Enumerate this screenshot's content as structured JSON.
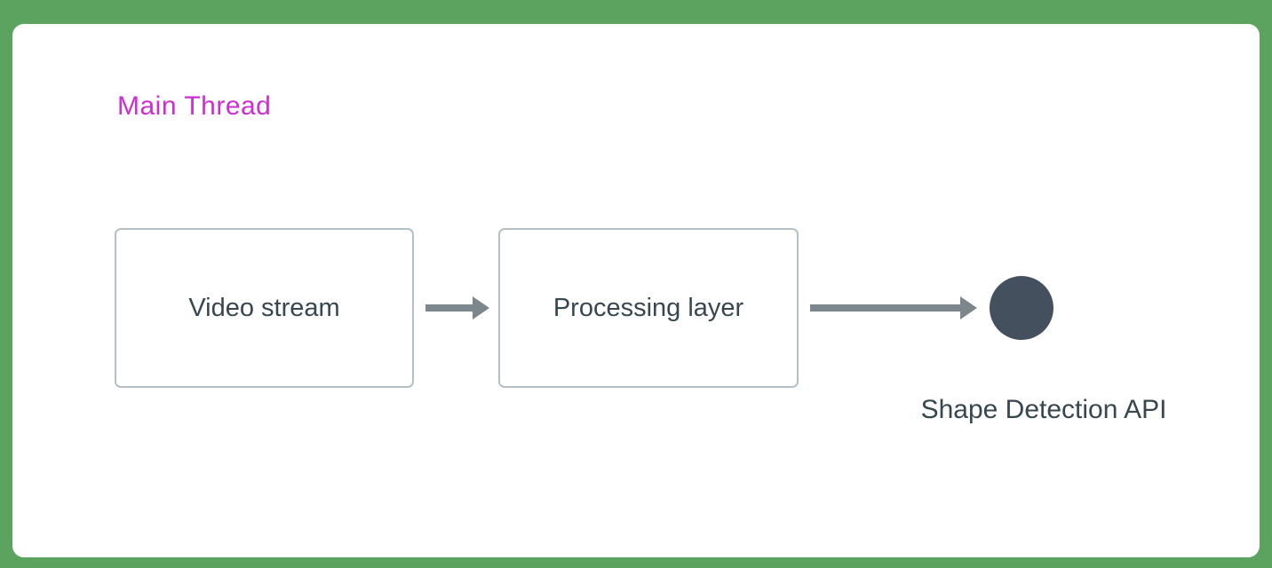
{
  "diagram": {
    "title": "Main Thread",
    "boxes": [
      {
        "id": "video-stream",
        "label": "Video stream"
      },
      {
        "id": "processing-layer",
        "label": "Processing layer"
      }
    ],
    "arrows": [
      {
        "from": "video-stream",
        "to": "processing-layer"
      },
      {
        "from": "processing-layer",
        "to": "shape-detection-api"
      }
    ],
    "endpoint": {
      "id": "shape-detection-api",
      "label": "Shape Detection API",
      "shape": "circle"
    }
  },
  "colors": {
    "background": "#5ba35f",
    "panel": "#ffffff",
    "title": "#cc2ed1",
    "box_border": "#b4c0c8",
    "box_text": "#37474f",
    "arrow": "#7c868d",
    "node": "#45505e",
    "node_label": "#37474f"
  }
}
